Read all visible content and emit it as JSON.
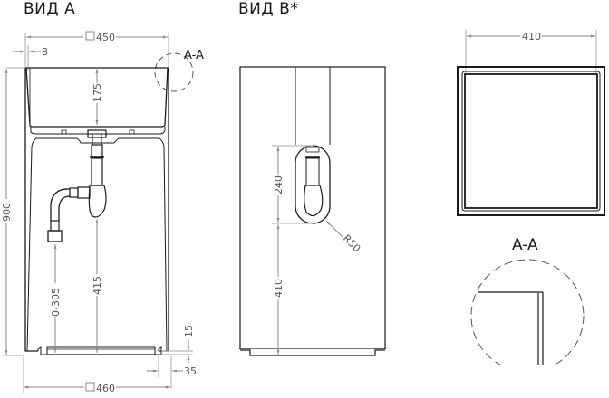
{
  "views": {
    "view_a": {
      "title": "ВИД А",
      "dimensions": {
        "top_width": "450",
        "wall_thickness": "8",
        "basin_depth": "175",
        "total_height": "900",
        "drain_height_range": "0-305",
        "siphon_height": "415",
        "base_recess_height": "15",
        "base_recess_width": "35",
        "bottom_width": "460"
      },
      "detail_callout": "A-A"
    },
    "view_b": {
      "title": "ВИД В*",
      "dimensions": {
        "opening_height": "240",
        "opening_radius": "R50",
        "opening_floor_height": "410"
      }
    },
    "top_view": {
      "dimensions": {
        "inner_width": "410"
      }
    },
    "detail_a_a": {
      "title": "A-A"
    }
  },
  "colors": {
    "line": "#1a1a1a",
    "dimension_line": "#8a8a8a",
    "dimension_text": "#555555",
    "background": "#ffffff"
  }
}
